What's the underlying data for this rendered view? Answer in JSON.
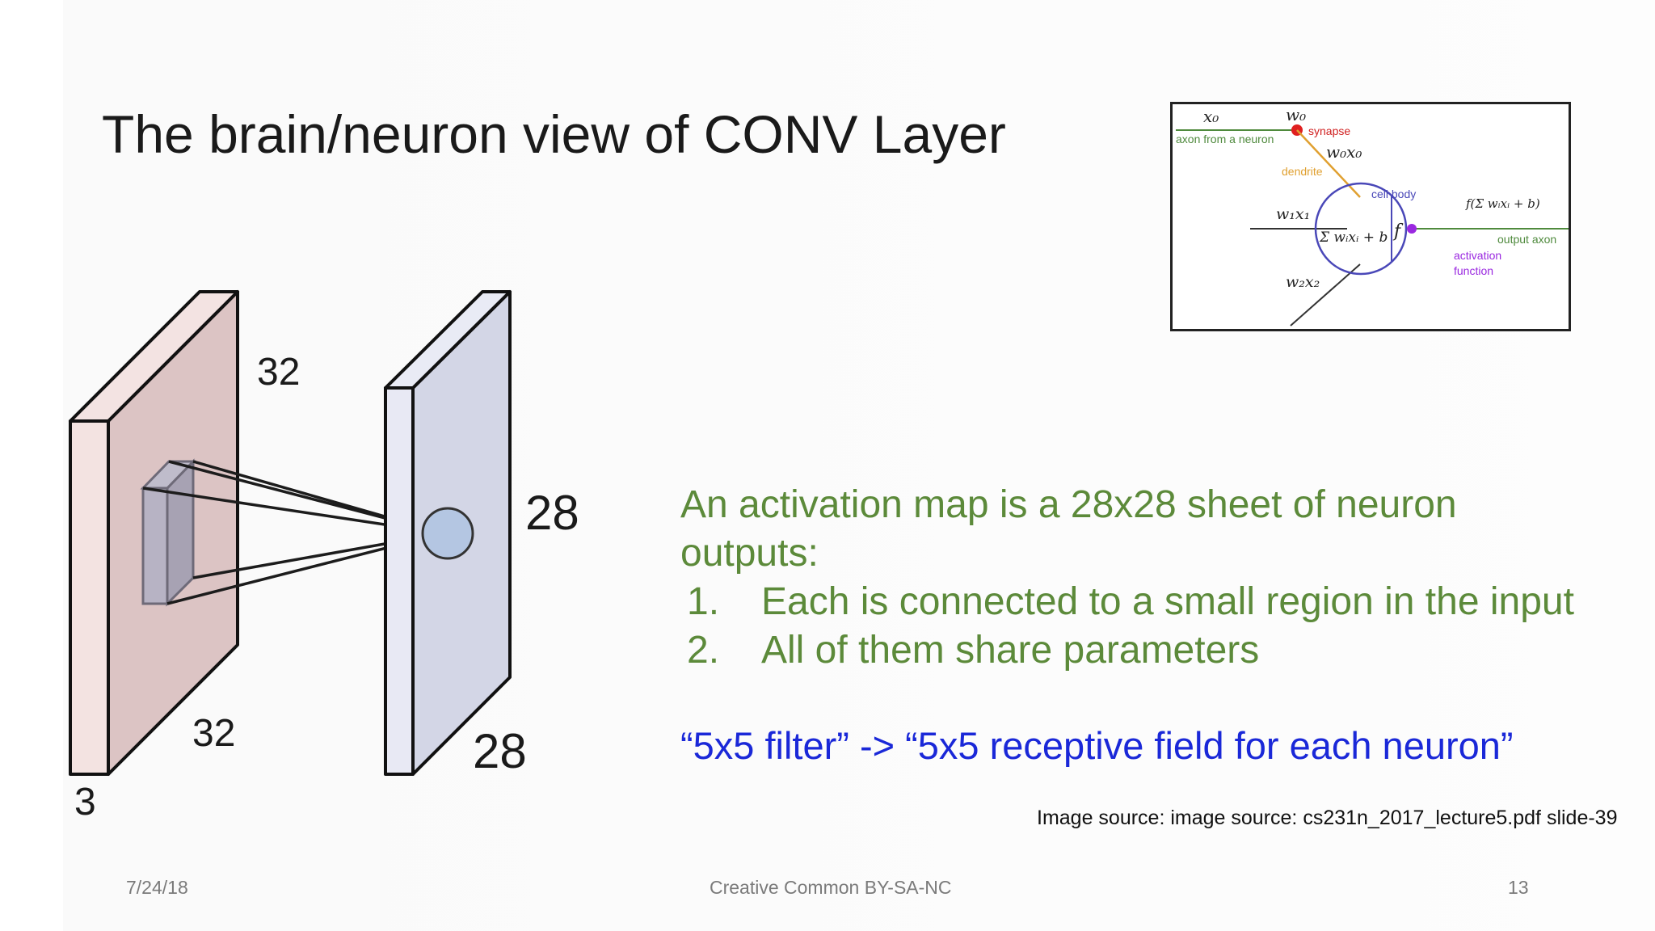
{
  "slide": {
    "title": "The brain/neuron view of CONV Layer",
    "date": "7/24/18",
    "license": "Creative Common BY-SA-NC",
    "page_number": "13"
  },
  "diagram": {
    "input_height": "32",
    "input_width": "32",
    "input_depth": "3",
    "output_height": "28",
    "output_width": "28"
  },
  "neuron": {
    "x0": "x₀",
    "w0": "w₀",
    "synapse": "synapse",
    "axon_from_neuron": "axon from a neuron",
    "w0x0": "w₀x₀",
    "dendrite": "dendrite",
    "cell_body": "cell body",
    "w1x1": "w₁x₁",
    "w2x2": "w₂x₂",
    "sum_expr": "Σ wᵢxᵢ + b",
    "f": "f",
    "output_expr": "f(Σ wᵢxᵢ + b)",
    "output_axon": "output axon",
    "activation_line1": "activation",
    "activation_line2": "function"
  },
  "body": {
    "intro_line1": "An activation map is a 28x28 sheet of neuron",
    "intro_line2": "outputs:",
    "items": [
      {
        "num": "1.",
        "text": "Each is connected to a small region in the input"
      },
      {
        "num": "2.",
        "text": "All of them share parameters"
      }
    ],
    "quote": "“5x5 filter” -> “5x5 receptive field for each neuron”",
    "image_source": "Image source: image source: cs231n_2017_lecture5.pdf slide-39"
  },
  "colors": {
    "title": "#1a1a1a",
    "green_text": "#5c8a3a",
    "blue_text": "#1a28d8",
    "input_volume": "#e6cfcc",
    "output_volume": "#d7dae9",
    "neuron_dot": "#b4c6e2"
  }
}
